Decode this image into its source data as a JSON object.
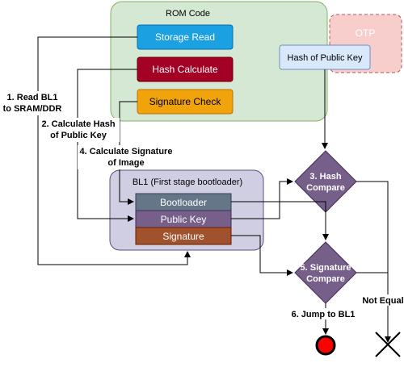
{
  "rom": {
    "title": "ROM Code",
    "storage_read": "Storage Read",
    "hash_calculate": "Hash Calculate",
    "signature_check": "Signature Check"
  },
  "otp": {
    "title": "OTP",
    "hash_of_public_key": "Hash of Public Key"
  },
  "bl1": {
    "title": "BL1 (First stage bootloader)",
    "bootloader": "Bootloader",
    "public_key": "Public Key",
    "signature": "Signature"
  },
  "steps": {
    "s1_line1": "1. Read BL1",
    "s1_line2": "to SRAM/DDR",
    "s2_line1": "2. Calculate Hash",
    "s2_line2": "of Public Key",
    "s4_line1": "4. Calculate Signature",
    "s4_line2": "of Image",
    "s3_line1": "3. Hash",
    "s3_line2": "Compare",
    "s5_line1": "5. Signature",
    "s5_line2": "Compare",
    "s6": "6. Jump to BL1",
    "not_equal": "Not Equal"
  },
  "colors": {
    "rom_bg": "#d5e8d4",
    "rom_border": "#82b366",
    "otp_bg": "#f8cecc",
    "otp_border": "#b85450",
    "bl1_bg": "#d0cee2",
    "bl1_border": "#56517e",
    "storage": "#1ba1e2",
    "hash": "#a20025",
    "sigcheck": "#f0a30a",
    "bootloader": "#647687",
    "publickey": "#76608a",
    "signature": "#a0522d",
    "diamond": "#76608a",
    "hashkey_bg": "#dae8fc",
    "hashkey_border": "#6c8ebf"
  }
}
